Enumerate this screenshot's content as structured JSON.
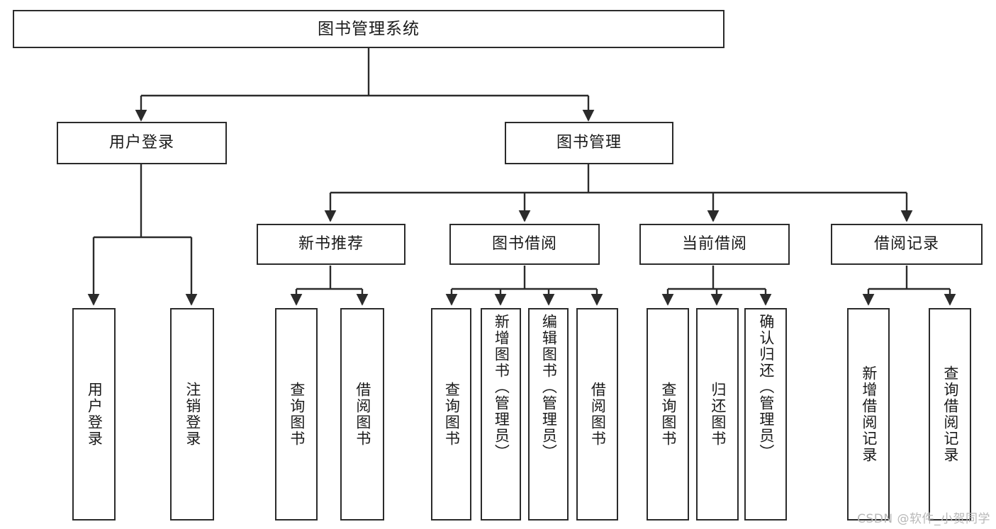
{
  "diagram": {
    "type": "tree-hierarchy",
    "title": "图书管理系统",
    "watermark": "CSDN @软件_小贺同学",
    "colors": {
      "stroke": "#2b2b2b",
      "fill": "#ffffff",
      "text": "#1a1a1a",
      "watermark": "#b8b8b8"
    },
    "levels": {
      "root": {
        "label": "图书管理系统"
      },
      "level1": [
        {
          "id": "user-login",
          "label": "用户登录"
        },
        {
          "id": "book-manage",
          "label": "图书管理"
        }
      ],
      "level2": [
        {
          "id": "new-book-rec",
          "label": "新书推荐",
          "parent": "book-manage"
        },
        {
          "id": "book-borrow",
          "label": "图书借阅",
          "parent": "book-manage"
        },
        {
          "id": "current-borrow",
          "label": "当前借阅",
          "parent": "book-manage"
        },
        {
          "id": "borrow-record",
          "label": "借阅记录",
          "parent": "book-manage"
        }
      ],
      "leaves": [
        {
          "id": "leaf-user-login",
          "label": "用户登录",
          "parent": "user-login"
        },
        {
          "id": "leaf-logout-login",
          "label": "注销登录",
          "parent": "user-login"
        },
        {
          "id": "leaf-query-book-1",
          "label": "查询图书",
          "parent": "new-book-rec"
        },
        {
          "id": "leaf-borrow-book-1",
          "label": "借阅图书",
          "parent": "new-book-rec"
        },
        {
          "id": "leaf-query-book-2",
          "label": "查询图书",
          "parent": "book-borrow"
        },
        {
          "id": "leaf-add-book",
          "label": "新增图书（管理员）",
          "parent": "book-borrow"
        },
        {
          "id": "leaf-edit-book",
          "label": "编辑图书（管理员）",
          "parent": "book-borrow"
        },
        {
          "id": "leaf-borrow-book-2",
          "label": "借阅图书",
          "parent": "book-borrow"
        },
        {
          "id": "leaf-query-book-3",
          "label": "查询图书",
          "parent": "current-borrow"
        },
        {
          "id": "leaf-return-book",
          "label": "归还图书",
          "parent": "current-borrow"
        },
        {
          "id": "leaf-confirm-return",
          "label": "确认归还（管理员）",
          "parent": "current-borrow"
        },
        {
          "id": "leaf-add-record",
          "label": "新增借阅记录",
          "parent": "borrow-record"
        },
        {
          "id": "leaf-query-record",
          "label": "查询借阅记录",
          "parent": "borrow-record"
        }
      ]
    }
  }
}
